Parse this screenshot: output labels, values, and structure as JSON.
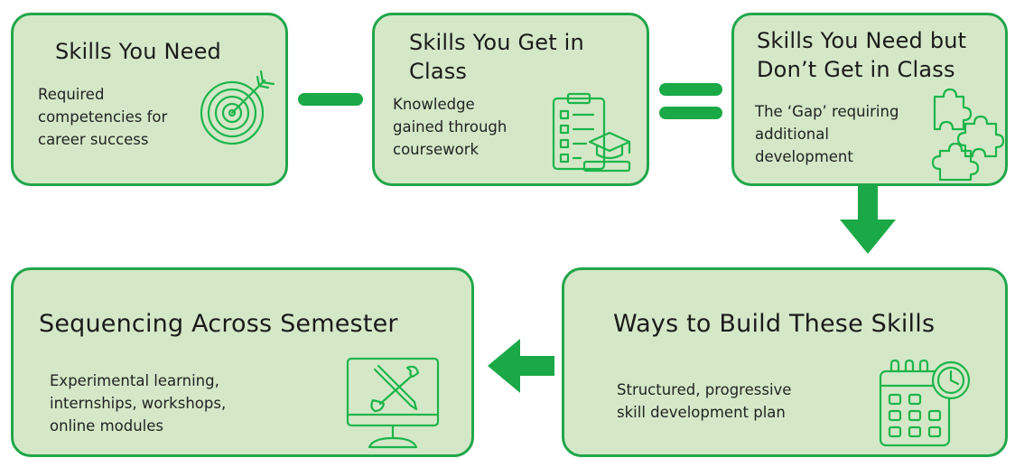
{
  "boxes": {
    "need": {
      "title": "Skills You Need",
      "desc": [
        "Required",
        "competencies for",
        "career success"
      ],
      "icon": "target-icon"
    },
    "get": {
      "title": [
        "Skills You Get in",
        "Class"
      ],
      "desc": [
        "Knowledge",
        "gained through",
        "coursework"
      ],
      "icon": "clipboard-graduation-icon"
    },
    "gap": {
      "title": [
        "Skills You Need but",
        "Don’t Get in Class"
      ],
      "desc": [
        "The ‘Gap’ requiring",
        "additional",
        "development"
      ],
      "icon": "puzzle-icon"
    },
    "ways": {
      "title": "Ways to Build These Skills",
      "desc": [
        "Structured, progressive",
        "skill development plan"
      ],
      "icon": "calendar-clock-icon"
    },
    "sequence": {
      "title": "Sequencing Across Semester",
      "desc": [
        "Experimental learning,",
        "internships, workshops,",
        "online modules"
      ],
      "icon": "monitor-tools-icon"
    }
  },
  "operators": {
    "minus": "minus",
    "equals": "equals"
  },
  "colors": {
    "box_fill": "#d4e8c8",
    "border": "#21a64a",
    "accent": "#1aa946"
  }
}
